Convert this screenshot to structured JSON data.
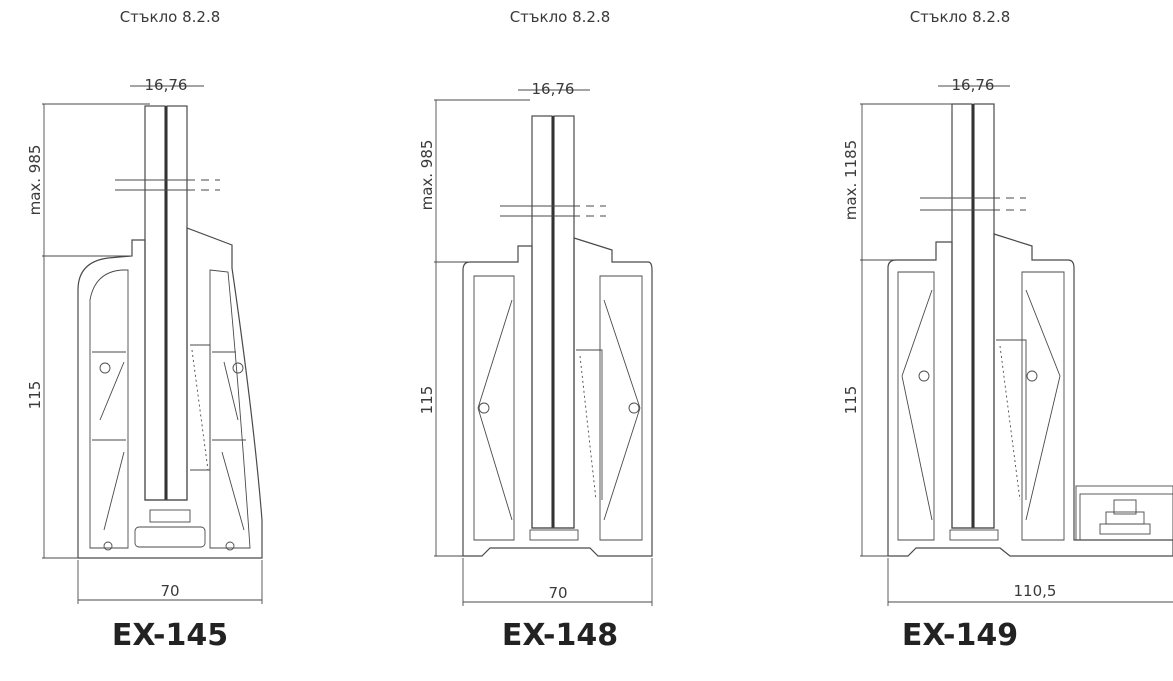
{
  "panels": [
    {
      "glass_label": "Стъкло 8.2.8",
      "glass_width": "16,76",
      "max_height": "max. 985",
      "profile_height": "115",
      "base_width": "70",
      "model": "EX-145"
    },
    {
      "glass_label": "Стъкло 8.2.8",
      "glass_width": "16,76",
      "max_height": "max. 985",
      "profile_height": "115",
      "base_width": "70",
      "model": "EX-148"
    },
    {
      "glass_label": "Стъкло 8.2.8",
      "glass_width": "16,76",
      "max_height": "max. 1185",
      "profile_height": "115",
      "base_width": "110,5",
      "model": "EX-149"
    }
  ],
  "colors": {
    "glass_fill": "#cfe8f2",
    "line": "#4a4a4a",
    "text": "#3a3a3a"
  }
}
